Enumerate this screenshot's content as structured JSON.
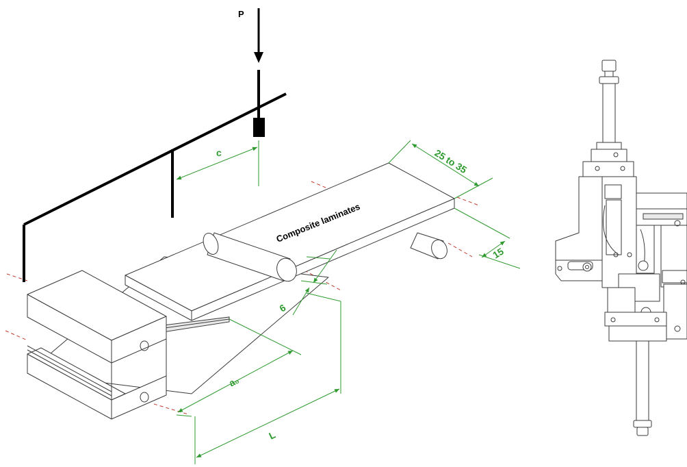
{
  "labels": {
    "load": "P",
    "dim_c": "c",
    "width": "25 to 35",
    "laminate": "Composite laminates",
    "overhang": "15",
    "roller_dia": "6",
    "crack_length": "a₀",
    "span": "L"
  },
  "colors": {
    "dimension": "#2f9a2f",
    "centerline": "#c0392b",
    "lever": "#000000",
    "outline": "#3a3a3a"
  }
}
